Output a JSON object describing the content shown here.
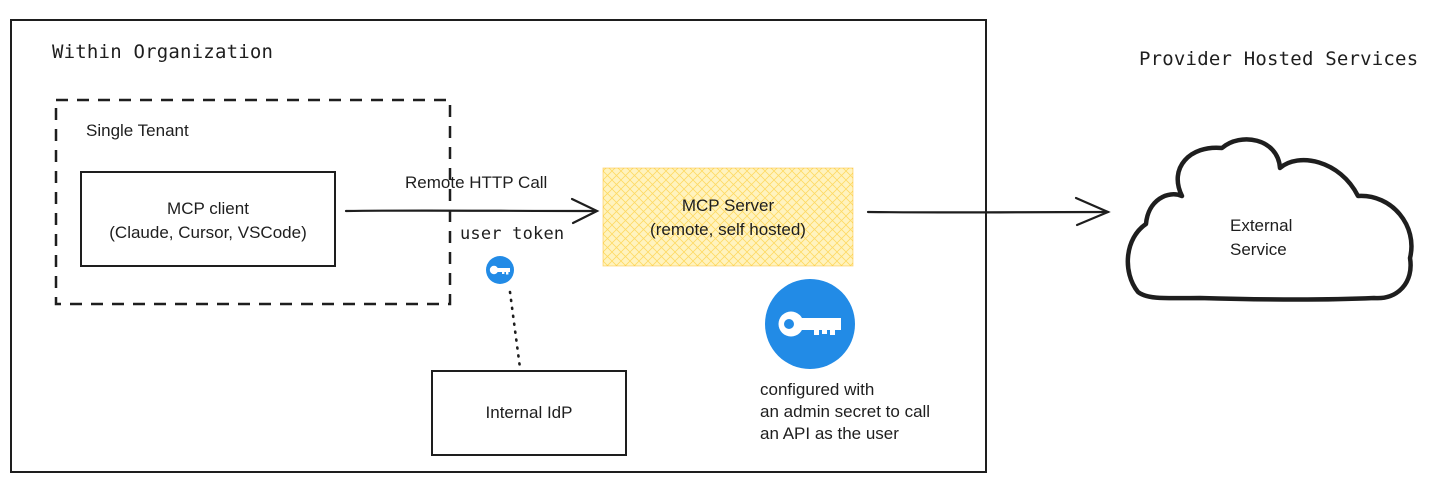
{
  "organization_label": "Within Organization",
  "provider_label": "Provider Hosted Services",
  "tenant_label": "Single Tenant",
  "mcp_client": {
    "line1": "MCP client",
    "line2": "(Claude, Cursor, VSCode)"
  },
  "remote_call_label": "Remote HTTP Call",
  "user_token_label": "user token",
  "mcp_server": {
    "line1": "MCP Server",
    "line2": "(remote, self hosted)"
  },
  "internal_idp_label": "Internal IdP",
  "admin_secret_note": {
    "line1": "configured with",
    "line2": "an admin secret to call",
    "line3": "an API as the user"
  },
  "external_service": {
    "line1": "External",
    "line2": "Service"
  },
  "colors": {
    "stroke": "#1e1e1e",
    "key_blue": "#228be6",
    "server_fill": "#fff3bf",
    "server_hatch": "#fcc419"
  },
  "icons": [
    "user-token-key-icon",
    "admin-secret-key-icon",
    "cloud-icon"
  ]
}
